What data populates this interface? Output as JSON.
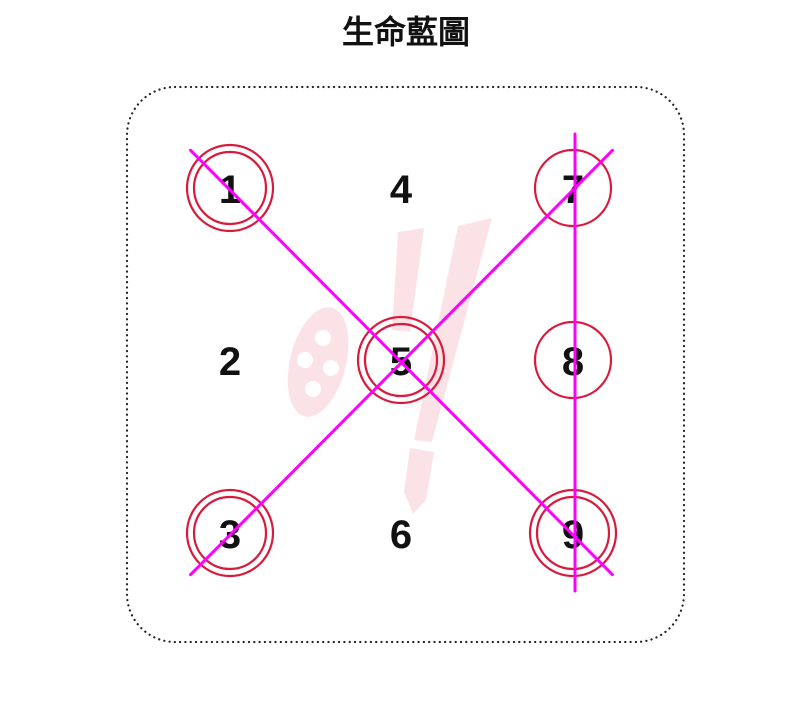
{
  "title": "生命藍圖",
  "grid": {
    "rows": [
      [
        "1",
        "4",
        "7"
      ],
      [
        "2",
        "5",
        "8"
      ],
      [
        "3",
        "6",
        "9"
      ]
    ]
  },
  "circled": {
    "1": 2,
    "3": 2,
    "5": 2,
    "7": 1,
    "8": 1,
    "9": 2
  },
  "connections": [
    [
      "1",
      "5",
      "9"
    ],
    [
      "3",
      "5",
      "7"
    ],
    [
      "7",
      "8",
      "9"
    ]
  ],
  "colors": {
    "circle": "#d81b3c",
    "line": "#ff00ff",
    "number": "#111111",
    "border": "#222222",
    "watermark": "#fbe1e5"
  }
}
